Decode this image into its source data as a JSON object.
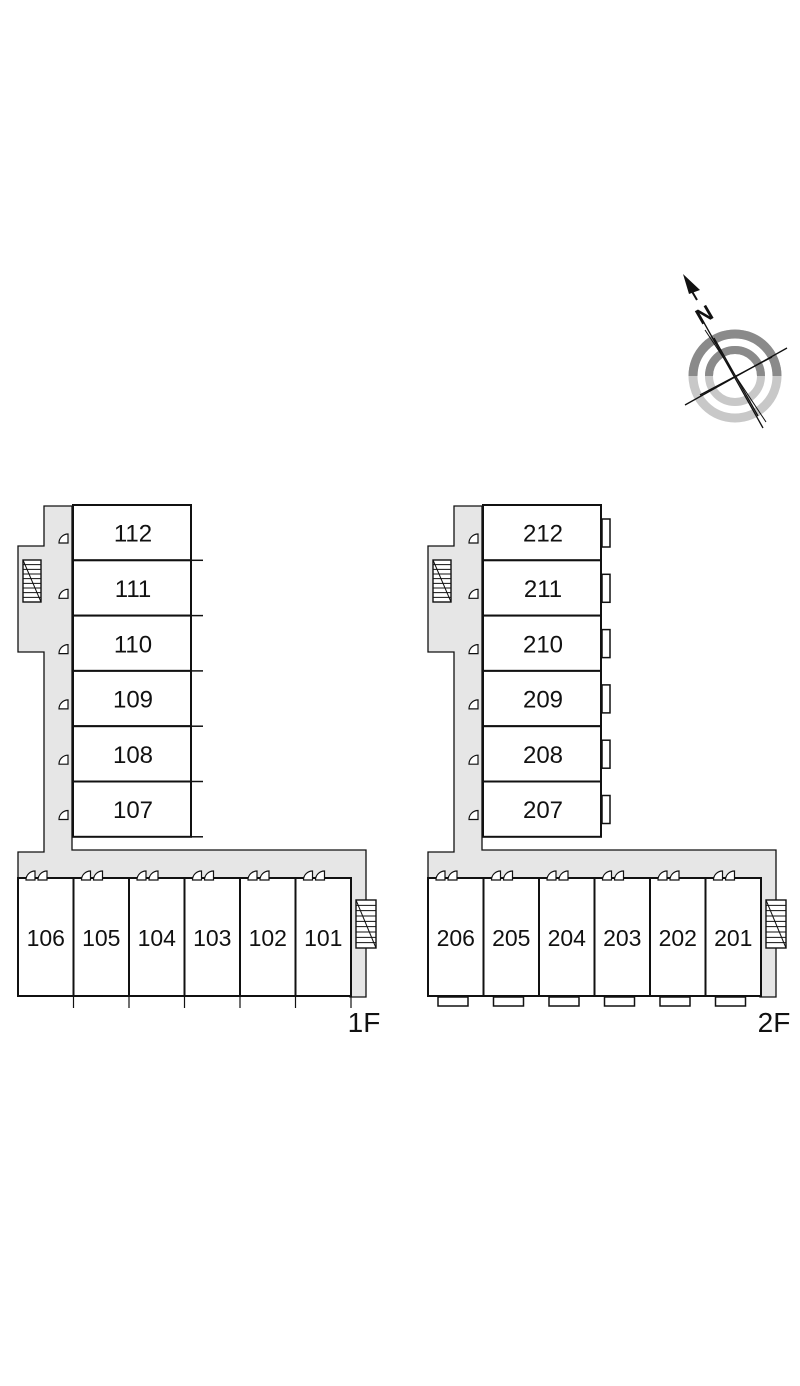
{
  "compass": {
    "north_label": "N"
  },
  "floors": [
    {
      "id": "1F",
      "label": "1F",
      "vertical_units": [
        "112",
        "111",
        "110",
        "109",
        "108",
        "107"
      ],
      "horizontal_units": [
        "106",
        "105",
        "104",
        "103",
        "102",
        "101"
      ]
    },
    {
      "id": "2F",
      "label": "2F",
      "vertical_units": [
        "212",
        "211",
        "210",
        "209",
        "208",
        "207"
      ],
      "horizontal_units": [
        "206",
        "205",
        "204",
        "203",
        "202",
        "201"
      ]
    }
  ],
  "colors": {
    "corridor": "#e6e6e6",
    "wall": "#111111",
    "ring_dark": "#8a8a8a",
    "ring_light": "#c8c8c8"
  }
}
